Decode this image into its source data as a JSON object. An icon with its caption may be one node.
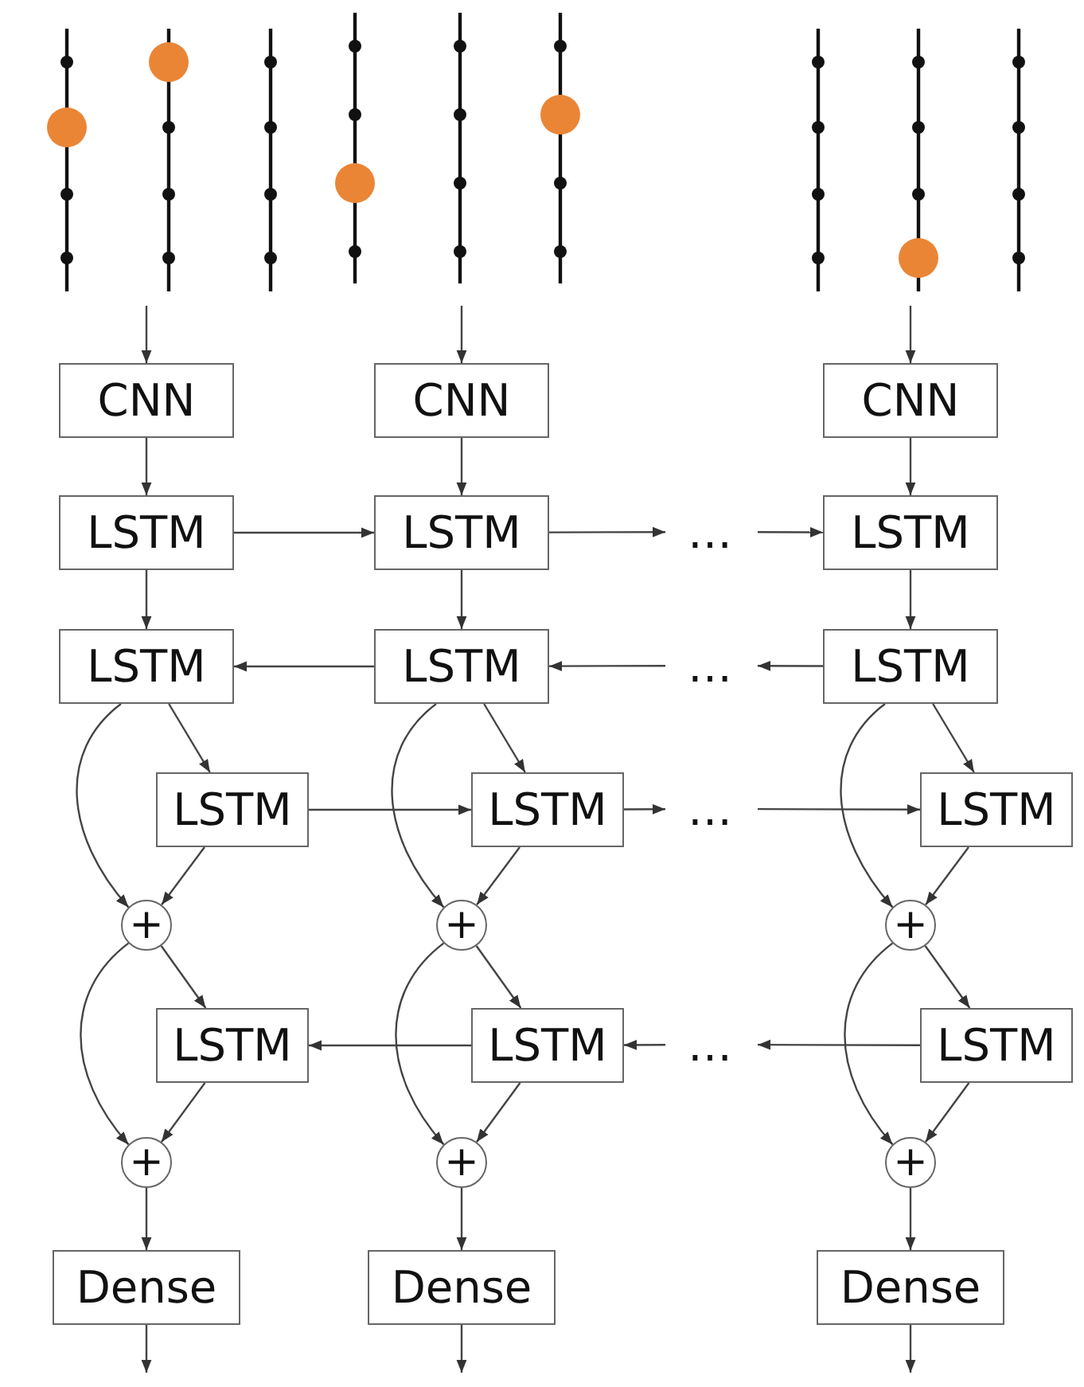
{
  "diagram": {
    "nodes": [
      {
        "text": [
          "CNN"
        ]
      },
      {
        "text": [
          "CNN"
        ]
      },
      {
        "text": [
          "CNN"
        ]
      },
      {
        "text": [
          "LSTM"
        ]
      },
      {
        "text": [
          "LSTM"
        ]
      },
      {
        "text": [
          "…"
        ]
      },
      {
        "text": [
          "LSTM"
        ]
      },
      {
        "text": [
          "LSTM"
        ]
      },
      {
        "text": [
          "LSTM"
        ]
      },
      {
        "text": [
          "…"
        ]
      },
      {
        "text": [
          "LSTM"
        ]
      },
      {
        "text": [
          "LSTM"
        ]
      },
      {
        "text": [
          "LSTM"
        ]
      },
      {
        "text": [
          "…"
        ]
      },
      {
        "text": [
          "LSTM"
        ]
      },
      {
        "text": [
          "+"
        ]
      },
      {
        "text": [
          "+"
        ]
      },
      {
        "text": [
          "+"
        ]
      },
      {
        "text": [
          "LSTM"
        ]
      },
      {
        "text": [
          "LSTM"
        ]
      },
      {
        "text": [
          "…"
        ]
      },
      {
        "text": [
          "LSTM"
        ]
      },
      {
        "text": [
          "+"
        ]
      },
      {
        "text": [
          "+"
        ]
      },
      {
        "text": [
          "+"
        ]
      },
      {
        "text": [
          "Dense"
        ]
      },
      {
        "text": [
          "Dense"
        ]
      },
      {
        "text": [
          "Dense"
        ]
      }
    ],
    "edges": [
      {
        "from": null,
        "to": 0,
        "arrow": "to"
      },
      {
        "from": 0,
        "to": 3,
        "arrow": "to"
      },
      {
        "from": 3,
        "to": 7,
        "arrow": "to"
      },
      {
        "from": 7,
        "to": 11,
        "arrow": "to"
      },
      {
        "from": 7,
        "to": 15,
        "arrow": "to"
      },
      {
        "from": 11,
        "to": 15,
        "arrow": "to"
      },
      {
        "from": 15,
        "to": 18,
        "arrow": "to"
      },
      {
        "from": 15,
        "to": 22,
        "arrow": "to"
      },
      {
        "from": 18,
        "to": 22,
        "arrow": "to"
      },
      {
        "from": 22,
        "to": 25,
        "arrow": "to"
      },
      {
        "from": 25,
        "to": null,
        "arrow": "to"
      },
      {
        "from": null,
        "to": 1,
        "arrow": "to"
      },
      {
        "from": 1,
        "to": 4,
        "arrow": "to"
      },
      {
        "from": 4,
        "to": 8,
        "arrow": "to"
      },
      {
        "from": 8,
        "to": 12,
        "arrow": "to"
      },
      {
        "from": 8,
        "to": 16,
        "arrow": "to"
      },
      {
        "from": 12,
        "to": 16,
        "arrow": "to"
      },
      {
        "from": 16,
        "to": 19,
        "arrow": "to"
      },
      {
        "from": 16,
        "to": 23,
        "arrow": "to"
      },
      {
        "from": 19,
        "to": 23,
        "arrow": "to"
      },
      {
        "from": 23,
        "to": 26,
        "arrow": "to"
      },
      {
        "from": 26,
        "to": null,
        "arrow": "to"
      },
      {
        "from": null,
        "to": 2,
        "arrow": "to"
      },
      {
        "from": 2,
        "to": 6,
        "arrow": "to"
      },
      {
        "from": 6,
        "to": 10,
        "arrow": "to"
      },
      {
        "from": 10,
        "to": 14,
        "arrow": "to"
      },
      {
        "from": 10,
        "to": 17,
        "arrow": "to"
      },
      {
        "from": 14,
        "to": 17,
        "arrow": "to"
      },
      {
        "from": 17,
        "to": 21,
        "arrow": "to"
      },
      {
        "from": 17,
        "to": 24,
        "arrow": "to"
      },
      {
        "from": 21,
        "to": 24,
        "arrow": "to"
      },
      {
        "from": 24,
        "to": 27,
        "arrow": "to"
      },
      {
        "from": 27,
        "to": null,
        "arrow": "to"
      },
      {
        "from": 3,
        "to": 4,
        "arrow": "to"
      },
      {
        "from": 4,
        "to": 5,
        "arrow": "to"
      },
      {
        "from": 5,
        "to": 6,
        "arrow": "to"
      },
      {
        "from": 8,
        "to": 7,
        "arrow": "to"
      },
      {
        "from": 9,
        "to": 8,
        "arrow": "to"
      },
      {
        "from": 10,
        "to": 9,
        "arrow": "to"
      },
      {
        "from": 11,
        "to": 12,
        "arrow": "to"
      },
      {
        "from": 12,
        "to": 13,
        "arrow": "to"
      },
      {
        "from": 13,
        "to": 14,
        "arrow": "to"
      },
      {
        "from": 19,
        "to": 18,
        "arrow": "to"
      },
      {
        "from": 20,
        "to": 19,
        "arrow": "to"
      },
      {
        "from": 21,
        "to": 20,
        "arrow": "to"
      }
    ]
  }
}
